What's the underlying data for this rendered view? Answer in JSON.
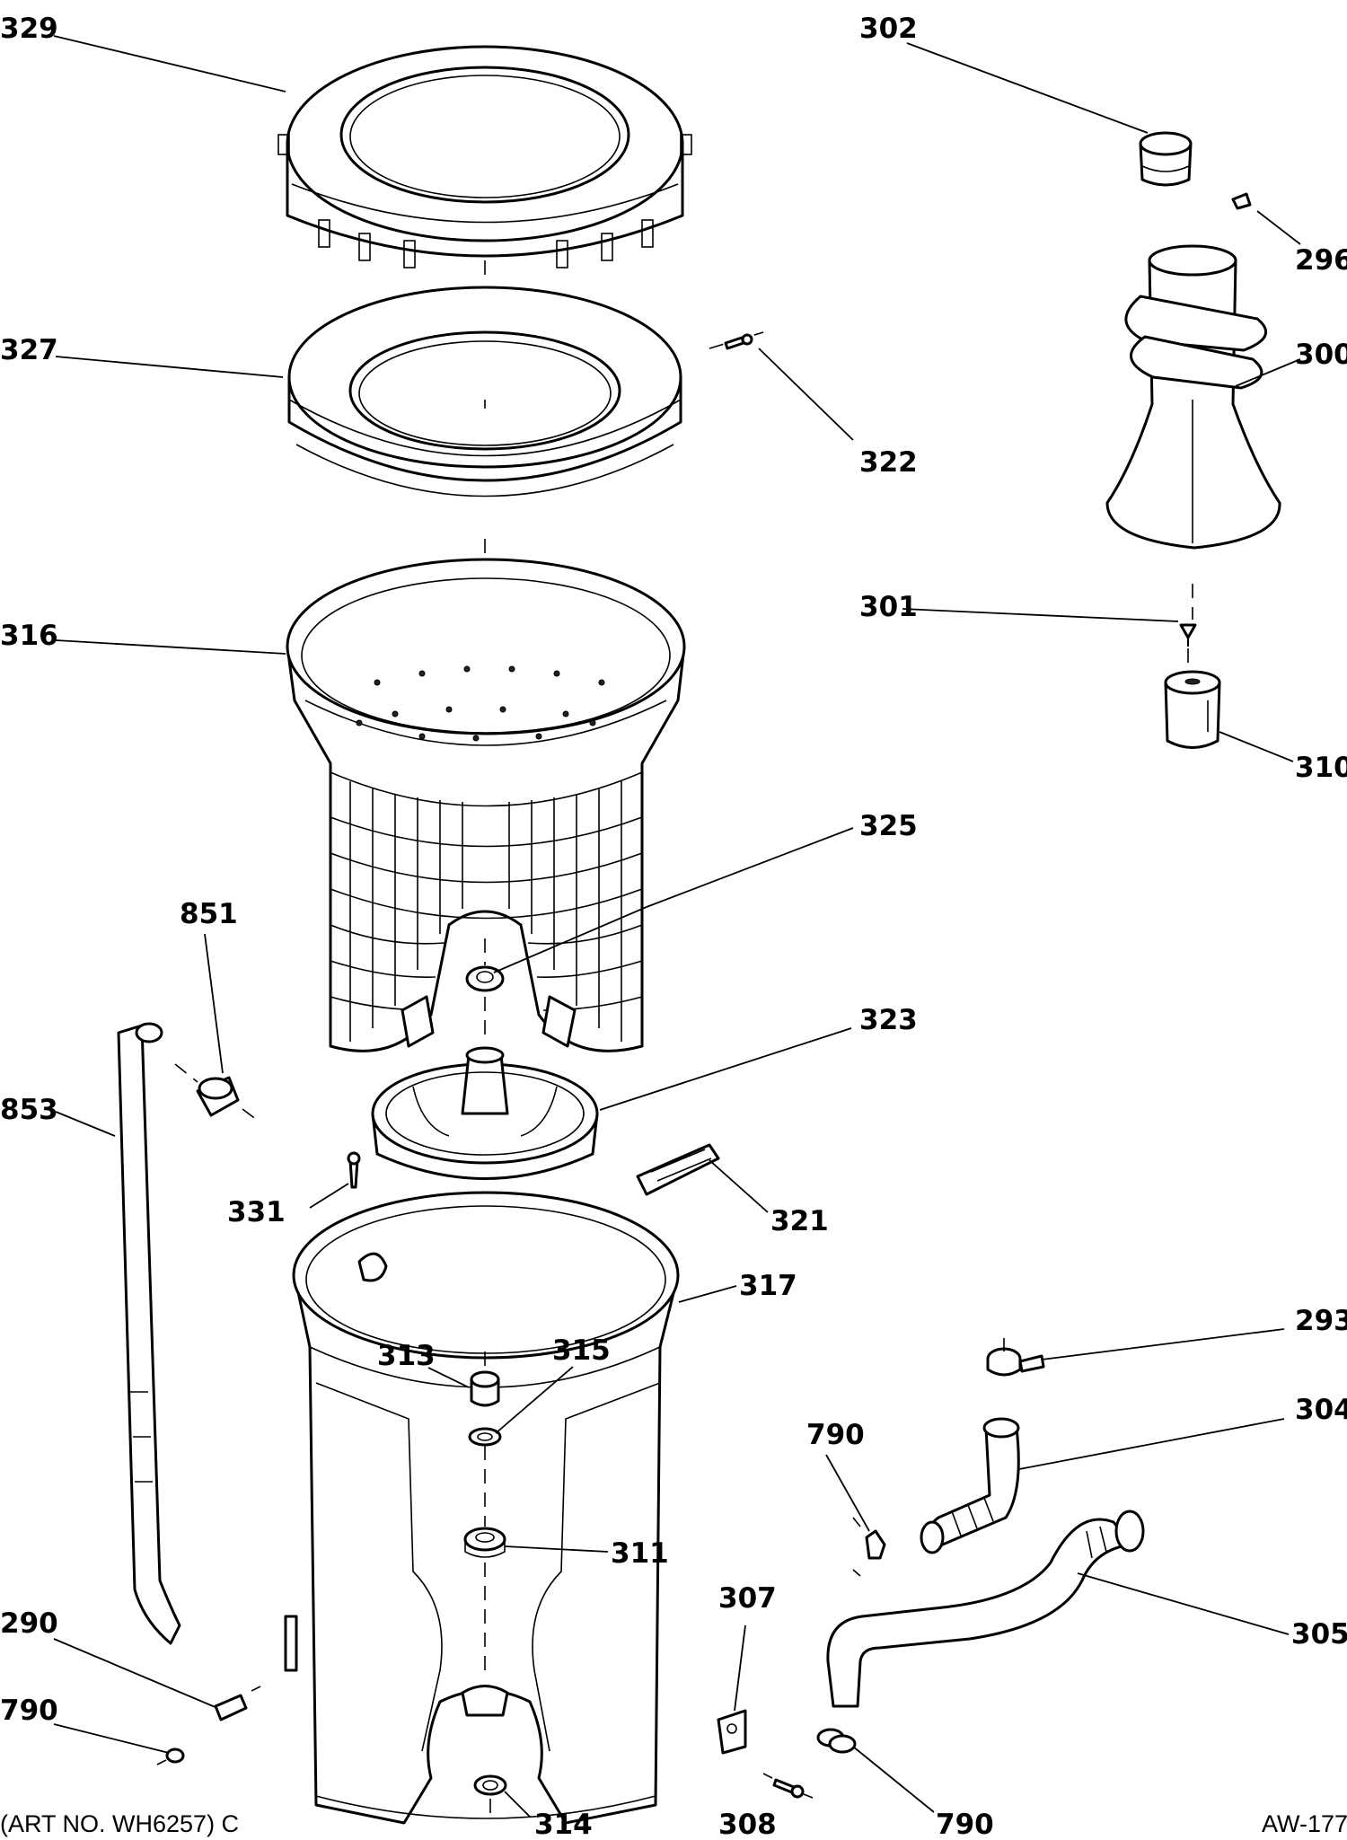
{
  "diagram": {
    "callouts": {
      "c329": "329",
      "c302": "302",
      "c296": "296",
      "c327": "327",
      "c322": "322",
      "c300": "300",
      "c301": "301",
      "c316": "316",
      "c310": "310",
      "c325": "325",
      "c851": "851",
      "c323": "323",
      "c853": "853",
      "c331": "331",
      "c321": "321",
      "c317": "317",
      "c293": "293",
      "c313": "313",
      "c315": "315",
      "c790a": "790",
      "c304": "304",
      "c311": "311",
      "c307": "307",
      "c305": "305",
      "c290": "290",
      "c790b": "790",
      "c314": "314",
      "c308": "308",
      "c790c": "790"
    },
    "footer": {
      "art_no": "(ART NO. WH6257) C",
      "code": "AW-177"
    }
  }
}
